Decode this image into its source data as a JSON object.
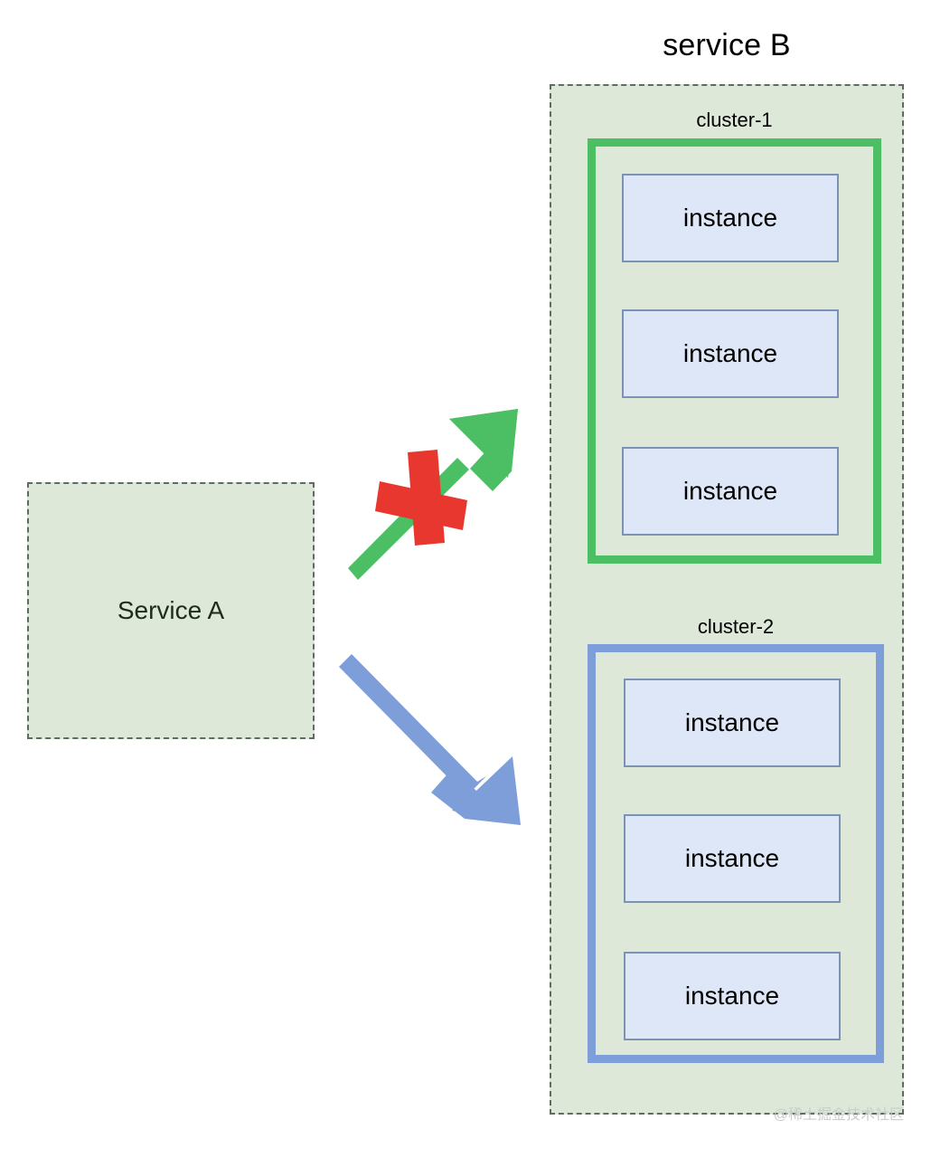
{
  "diagram": {
    "title": "service B",
    "background": "#ffffff",
    "service_a": {
      "label": "Service A",
      "fill": "#dde8d8",
      "border": "#5f6b61",
      "border_style": "dashed"
    },
    "service_b": {
      "label": "service B",
      "fill": "#dde8d8",
      "border": "#5f6b61",
      "border_style": "dashed",
      "clusters": [
        {
          "label": "cluster-1",
          "border_color": "#4cbf64",
          "instances": [
            {
              "label": "instance"
            },
            {
              "label": "instance"
            },
            {
              "label": "instance"
            }
          ]
        },
        {
          "label": "cluster-2",
          "border_color": "#7d9ed8",
          "instances": [
            {
              "label": "instance"
            },
            {
              "label": "instance"
            },
            {
              "label": "instance"
            }
          ]
        }
      ]
    },
    "instance_style": {
      "fill": "#dde7f8",
      "border": "#7b92b5"
    },
    "arrows": [
      {
        "name": "arrow-to-cluster-1",
        "color": "#4cbf64",
        "direction": "up-right",
        "from": "Service A",
        "to": "cluster-1",
        "blocked": true,
        "blocked_marker": "red-cross",
        "blocked_marker_color": "#e8372f"
      },
      {
        "name": "arrow-to-cluster-2",
        "color": "#7d9ed8",
        "direction": "down-right",
        "from": "Service A",
        "to": "cluster-2",
        "blocked": false
      }
    ]
  },
  "watermark": {
    "text": "@稀土掘金技术社区"
  }
}
